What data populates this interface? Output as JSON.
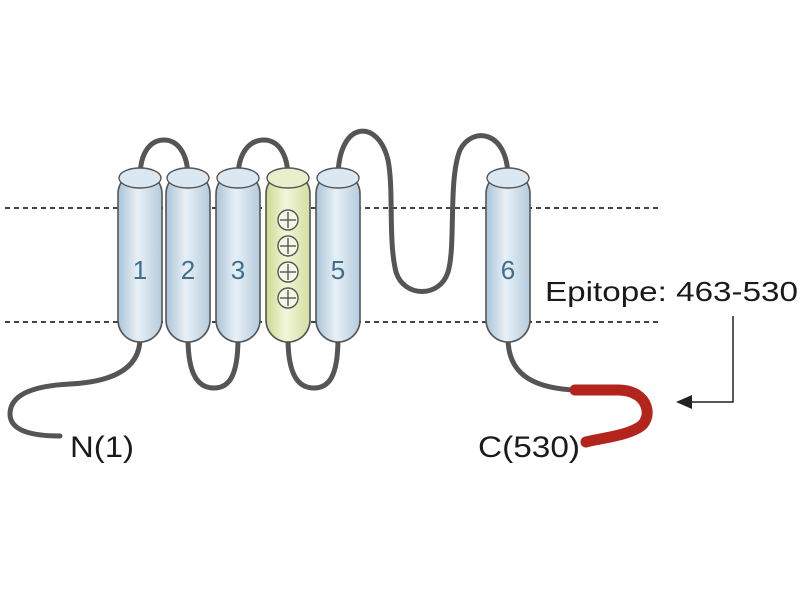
{
  "diagram": {
    "helices": [
      {
        "label": "1",
        "kind": "normal"
      },
      {
        "label": "2",
        "kind": "normal"
      },
      {
        "label": "3",
        "kind": "normal"
      },
      {
        "label": "",
        "kind": "charged"
      },
      {
        "label": "5",
        "kind": "normal"
      },
      {
        "label": "6",
        "kind": "normal"
      }
    ],
    "n_terminus": "N(1)",
    "c_terminus": "C(530)",
    "epitope": "Epitope: 463-530",
    "colors": {
      "helix_fill": "#d6e4ef",
      "helix_stroke": "#555555",
      "charged_fill": "#e4ebbd",
      "loop": "#555555",
      "epitope": "#b3241c",
      "membrane_line": "#444444"
    }
  }
}
